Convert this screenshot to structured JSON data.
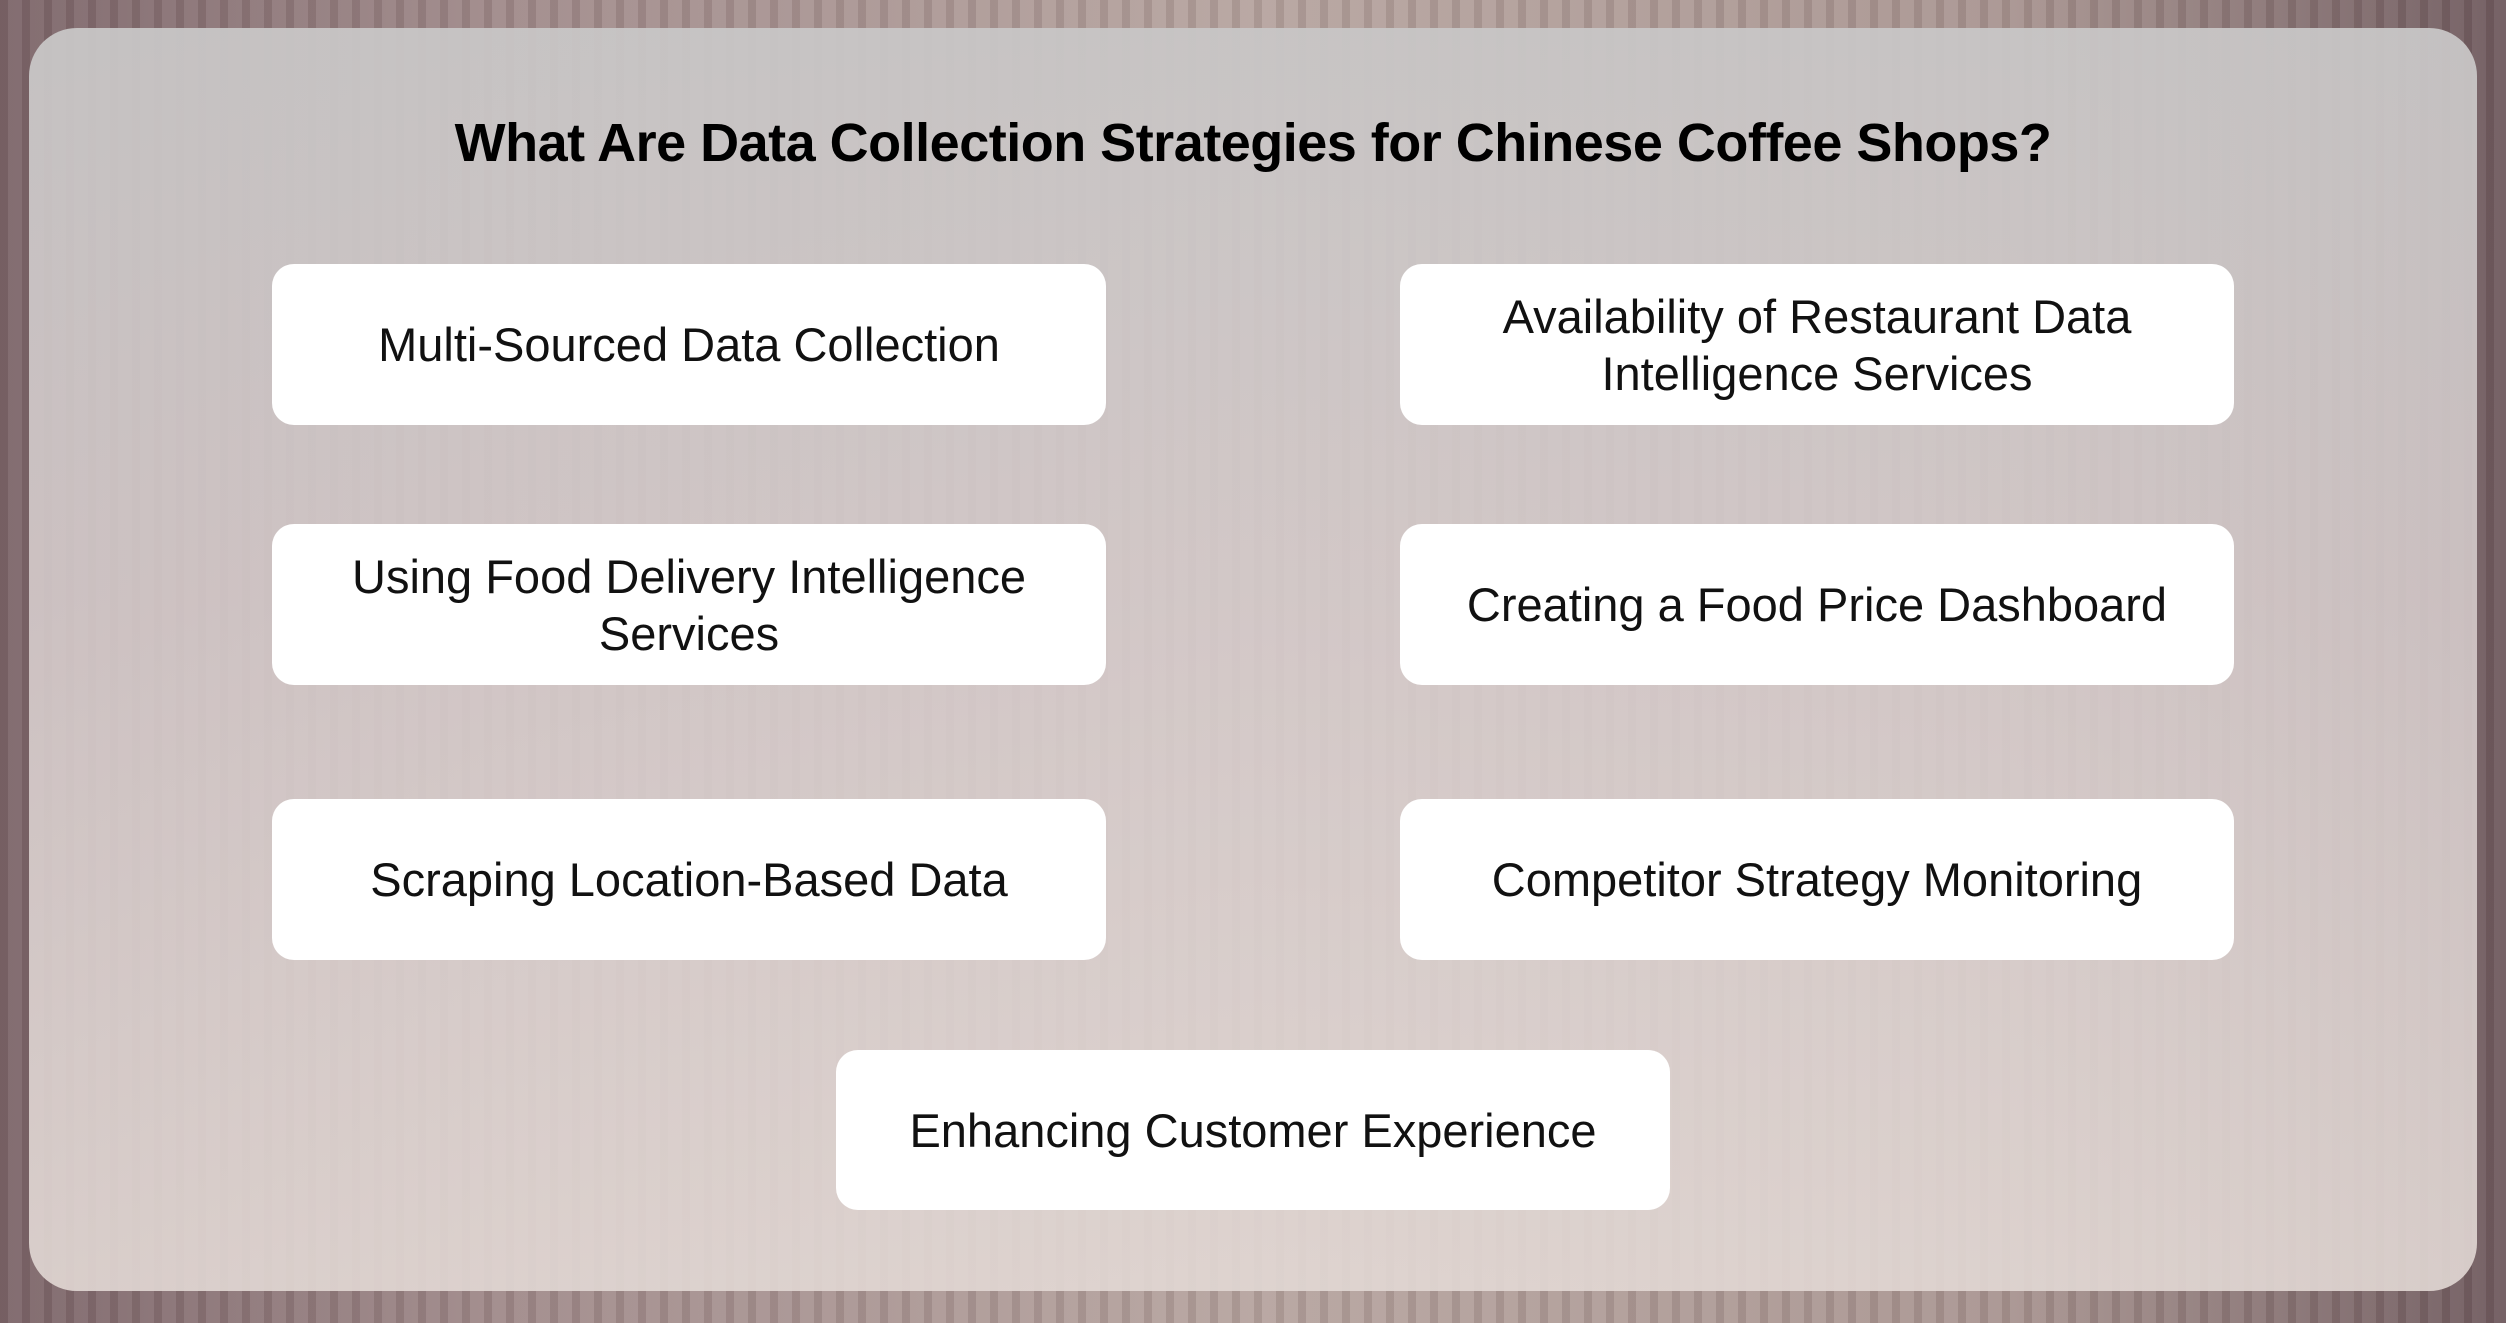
{
  "title": "What Are Data Collection Strategies for Chinese Coffee Shops?",
  "strategies": [
    "Multi-Sourced Data Collection",
    "Availability of Restaurant Data Intelligence Services",
    "Using Food Delivery Intelligence Services",
    "Creating a Food Price Dashboard",
    "Scraping Location-Based Data",
    "Competitor Strategy Monitoring",
    "Enhancing Customer Experience"
  ]
}
